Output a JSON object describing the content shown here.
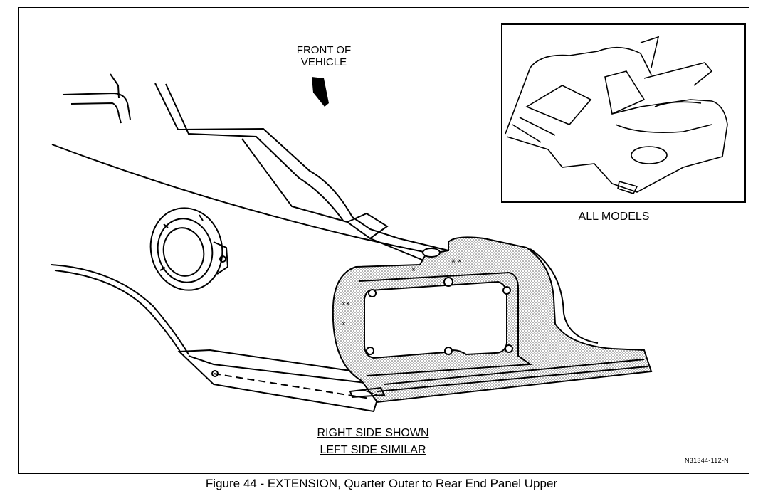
{
  "labels": {
    "front_line1": "FRONT OF",
    "front_line2": "VEHICLE",
    "all_models": "ALL MODELS",
    "right_side": "RIGHT SIDE SHOWN",
    "left_side": "LEFT SIDE SIMILAR",
    "part_number": "N31344-112-N"
  },
  "caption": "Figure 44 - EXTENSION, Quarter Outer to Rear End Panel Upper",
  "colors": {
    "line": "#000000",
    "stipple": "#9a9a9a",
    "background": "#ffffff"
  }
}
